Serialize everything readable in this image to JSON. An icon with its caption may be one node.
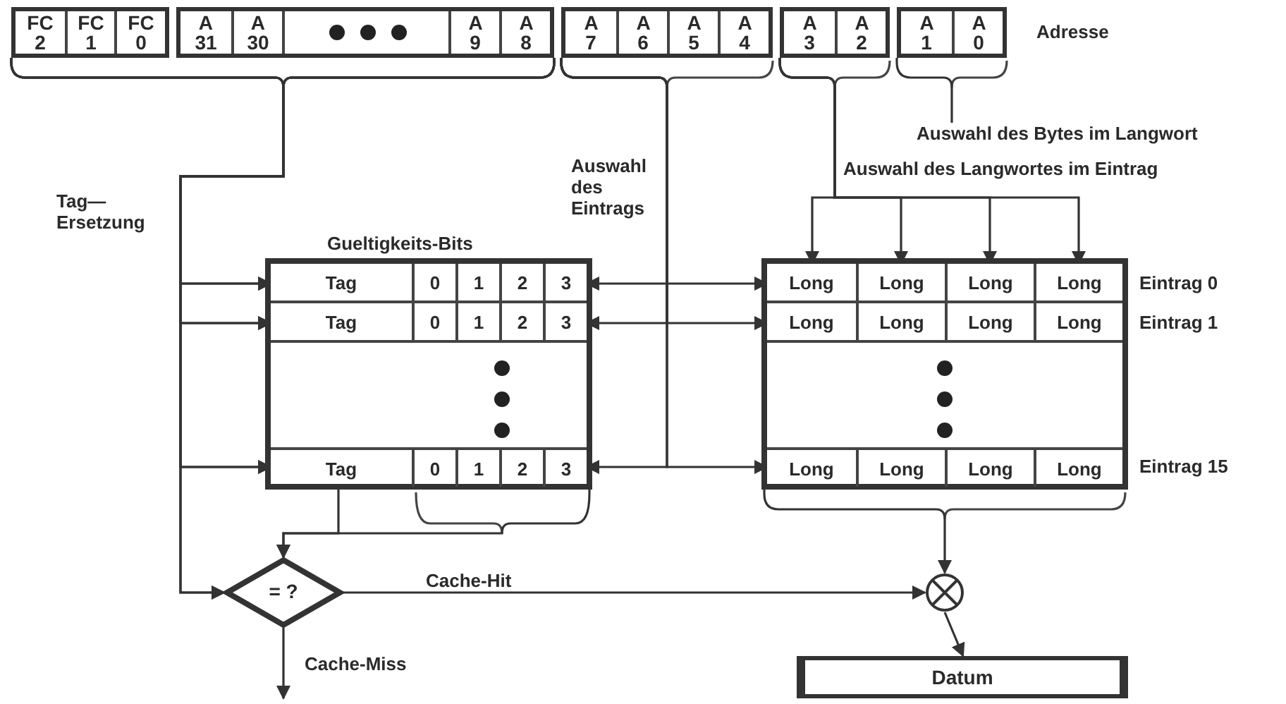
{
  "diagram": {
    "nodes": [
      {
        "text": [],
        "shape": "box"
      },
      {
        "text": [
          "FC 2"
        ],
        "in": 0
      },
      {
        "text": [
          "FC 1"
        ],
        "in": 0
      },
      {
        "text": [
          "FC 0"
        ],
        "in": 0
      },
      {
        "text": [],
        "shape": "box"
      },
      {
        "text": [
          "A 31"
        ],
        "in": 4
      },
      {
        "text": [
          "A 30"
        ],
        "in": 4
      },
      {
        "text": [],
        "shape": "box",
        "in": 4
      },
      {
        "text": [
          "A 9"
        ],
        "in": 4
      },
      {
        "text": [
          "A 8"
        ],
        "in": 4
      },
      {
        "text": [],
        "shape": "box"
      },
      {
        "text": [
          "A 7"
        ],
        "in": 10
      },
      {
        "text": [
          "A 6"
        ],
        "in": 10
      },
      {
        "text": [
          "A 5"
        ],
        "in": 10
      },
      {
        "text": [
          "A 4"
        ],
        "in": 10
      },
      {
        "text": [],
        "shape": "box"
      },
      {
        "text": [
          "A 3"
        ],
        "in": 15
      },
      {
        "text": [
          "A 2"
        ],
        "in": 15
      },
      {
        "text": [],
        "shape": "box"
      },
      {
        "text": [
          "A 1"
        ],
        "in": 18
      },
      {
        "text": [
          "A 0"
        ],
        "in": 18
      },
      {
        "text": [
          "Auswahl des Bytes im Langwort"
        ]
      },
      {
        "text": [
          "Gueltigkeits-Bits"
        ]
      },
      {
        "text": [
          "Tag",
          "0",
          "1",
          "2",
          "3"
        ],
        "in": 22
      },
      {
        "text": [
          "Tag",
          "0",
          "1",
          "2",
          "3"
        ],
        "in": 22
      },
      {
        "text": [
          "Tag",
          "0",
          "1",
          "2",
          "3"
        ],
        "in": 22
      },
      {
        "text": [],
        "shape": "box"
      },
      {
        "text": [
          "Long",
          "Long",
          "Long",
          "Long"
        ],
        "in": 26,
        "beside": [
          "Eintrag 0"
        ]
      },
      {
        "text": [
          "Long",
          "Long",
          "Long",
          "Long"
        ],
        "in": 26,
        "beside": [
          "Eintrag 1"
        ]
      },
      {
        "text": [
          "Long",
          "Long",
          "Long",
          "Long"
        ],
        "in": 26,
        "beside": [
          "Eintrag 15"
        ]
      },
      {
        "text": [
          "= ?"
        ]
      },
      {
        "text": [],
        "shape": "circle"
      },
      {
        "text": [
          "Datum"
        ]
      }
    ],
    "edges": [
      {
        "from": 0,
        "to": 23,
        "arrow": "to"
      },
      {
        "from": 4,
        "to": 23,
        "arrow": "to"
      },
      {
        "from": 0,
        "to": 24,
        "arrow": "to"
      },
      {
        "from": 4,
        "to": 24,
        "arrow": "to"
      },
      {
        "from": 0,
        "to": 25,
        "arrow": "to"
      },
      {
        "from": 4,
        "to": 25,
        "arrow": "to"
      },
      {
        "from": 0,
        "to": 30,
        "arrow": "to"
      },
      {
        "from": 4,
        "to": 30,
        "arrow": "to"
      },
      {
        "from": 10,
        "to": 23,
        "arrow": "to"
      },
      {
        "from": 10,
        "to": 24,
        "arrow": "to"
      },
      {
        "from": 10,
        "to": 25,
        "arrow": "to"
      },
      {
        "from": 10,
        "to": 27,
        "arrow": "to"
      },
      {
        "from": 10,
        "to": 28,
        "arrow": "to"
      },
      {
        "from": 10,
        "to": 29,
        "arrow": "to"
      },
      {
        "from": 15,
        "to": 27,
        "arrow": "to"
      },
      {
        "from": 15,
        "to": 27,
        "arrow": "to"
      },
      {
        "from": 15,
        "to": 27,
        "arrow": "to"
      },
      {
        "from": 15,
        "to": 27,
        "arrow": "to"
      },
      {
        "from": 18,
        "to": 21,
        "arrow": "none"
      },
      {
        "from": 22,
        "to": 30,
        "arrow": "to"
      },
      {
        "from": 30,
        "to": 31,
        "arrow": "to",
        "label": "Cache-Hit"
      },
      {
        "from": 30,
        "to": null,
        "arrow": "to",
        "label": "Cache-Miss"
      },
      {
        "from": 26,
        "to": 31,
        "arrow": "to"
      },
      {
        "from": 31,
        "to": 32,
        "arrow": "to"
      },
      {
        "from": 22,
        "to": 30,
        "arrow": "to"
      }
    ],
    "labels": [
      "Adresse",
      "Tag— Ersetzung",
      "Auswahl des Eintrags",
      "Auswahl des Langwortes im Eintrag"
    ]
  }
}
